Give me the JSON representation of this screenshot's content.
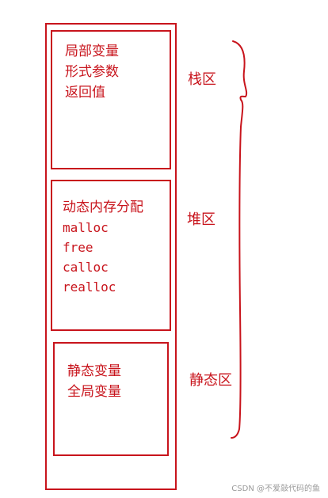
{
  "regions": {
    "stack": {
      "label": "栈区",
      "items": [
        "局部变量",
        "形式参数",
        "返回值"
      ]
    },
    "heap": {
      "label": "堆区",
      "items": [
        "动态内存分配",
        "malloc",
        "free",
        "calloc",
        "realloc"
      ]
    },
    "static": {
      "label": "静态区",
      "items": [
        "静态变量",
        "全局变量"
      ]
    }
  },
  "watermark": "CSDN @不爱敲代码的鱼",
  "colors": {
    "ink": "#c8141c",
    "watermark": "#9a9a9a"
  }
}
